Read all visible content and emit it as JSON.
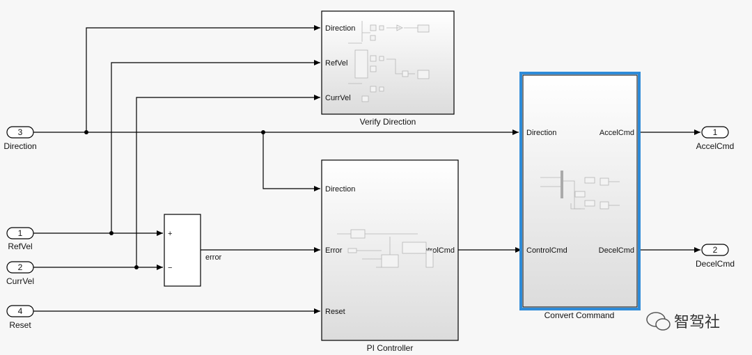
{
  "inports": [
    {
      "number": "3",
      "label": "Direction"
    },
    {
      "number": "1",
      "label": "RefVel"
    },
    {
      "number": "2",
      "label": "CurrVel"
    },
    {
      "number": "4",
      "label": "Reset"
    }
  ],
  "outports": [
    {
      "number": "1",
      "label": "AccelCmd"
    },
    {
      "number": "2",
      "label": "DecelCmd"
    }
  ],
  "sum_block": {
    "plus": "+",
    "minus": "−",
    "output_signal": "error"
  },
  "blocks": {
    "verify_direction": {
      "title": "Verify Direction",
      "ports": [
        "Direction",
        "RefVel",
        "CurrVel"
      ]
    },
    "pi_controller": {
      "title": "PI Controller",
      "inputs": [
        "Direction",
        "Error",
        "Reset"
      ],
      "output": "ControlCmd"
    },
    "convert_command": {
      "title": "Convert Command",
      "inputs": [
        "Direction",
        "ControlCmd"
      ],
      "outputs": [
        "AccelCmd",
        "DecelCmd"
      ],
      "selected": true
    }
  },
  "watermark": "智驾社",
  "colors": {
    "selection": "#2e8bd8",
    "block_fill_top": "#ffffff",
    "block_fill_bottom": "#dcdcdc",
    "background": "#f7f7f7"
  }
}
